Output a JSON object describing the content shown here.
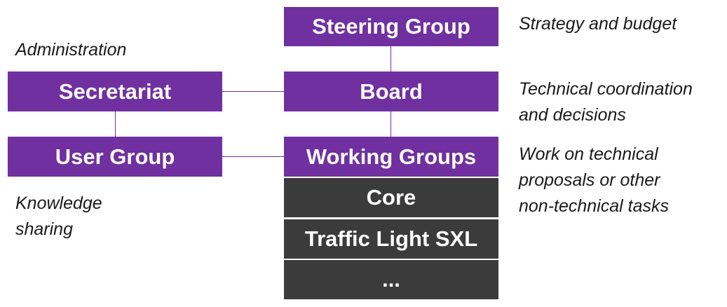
{
  "boxes": {
    "steering": "Steering Group",
    "secretariat": "Secretariat",
    "board": "Board",
    "user_group": "User Group",
    "working_groups": "Working Groups",
    "core": "Core",
    "traffic_light": "Traffic Light SXL",
    "more": "..."
  },
  "notes": {
    "steering": "Strategy and budget",
    "administration": "Administration",
    "board_line1": "Technical coordination",
    "board_line2": "and decisions",
    "working_line1": "Work on technical",
    "working_line2": "proposals or other",
    "working_line3": "non-technical tasks",
    "knowledge_line1": "Knowledge",
    "knowledge_line2": "sharing"
  },
  "colors": {
    "group_box": "#7030a0",
    "sub_box": "#3b3b3b",
    "connector": "#7030a0",
    "box_text": "#ffffff"
  }
}
